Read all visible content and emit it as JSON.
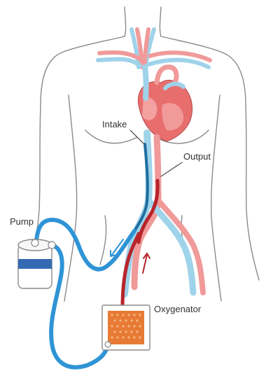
{
  "labels": {
    "intake": "Intake",
    "output": "Output",
    "pump": "Pump",
    "oxygenator": "Oxygenator"
  },
  "colors": {
    "outline": "#8a8a8a",
    "vein_blue": "#9fd3ea",
    "artery_red": "#f09a9a",
    "heart_red": "#e86e6e",
    "heart_light": "#f4aaaa",
    "tube_blue": "#2f94d6",
    "tube_red": "#b8242b",
    "oxygenator_fill": "#e77a34",
    "label_text": "#333333"
  }
}
